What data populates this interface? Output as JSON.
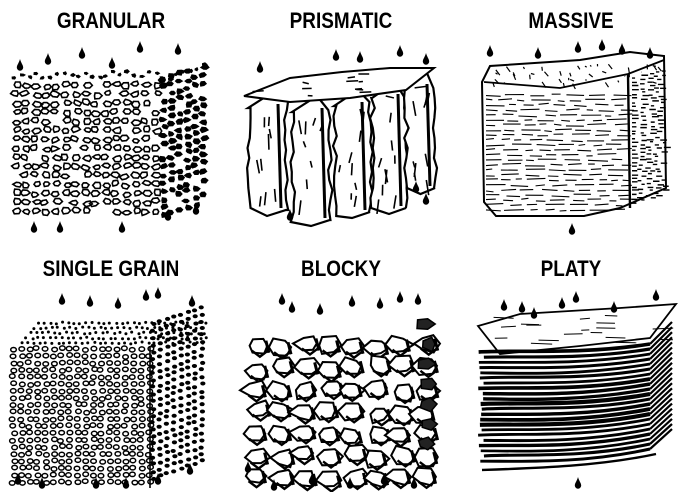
{
  "structures": [
    {
      "id": "granular",
      "label": "GRANULAR"
    },
    {
      "id": "prismatic",
      "label": "PRISMATIC"
    },
    {
      "id": "massive",
      "label": "MASSIVE"
    },
    {
      "id": "single-grain",
      "label": "SINGLE GRAIN"
    },
    {
      "id": "blocky",
      "label": "BLOCKY"
    },
    {
      "id": "platy",
      "label": "PLATY"
    }
  ]
}
